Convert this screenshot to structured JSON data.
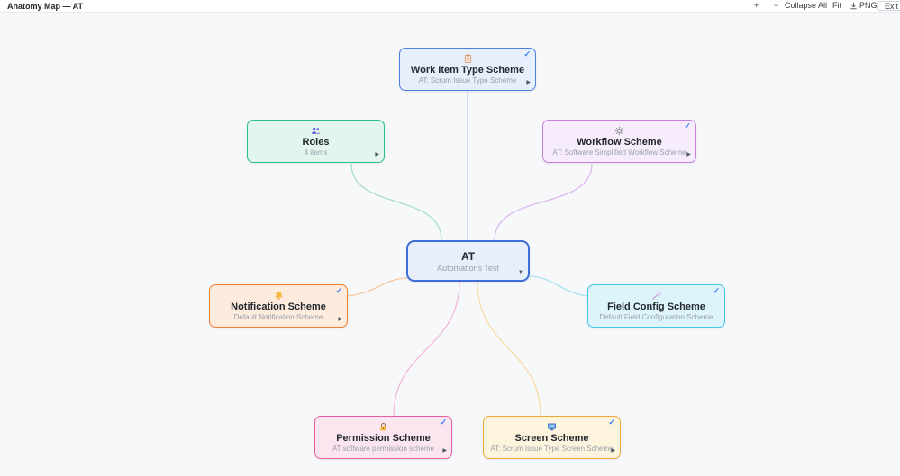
{
  "topbar": {
    "title": "Anatomy Map — AT",
    "zoom_in_label": "+",
    "zoom_out_label": "−",
    "collapse_all_label": "Collapse All",
    "fit_label": "Fit",
    "png_label": "PNG",
    "png_icon_name": "download-icon",
    "exit_fullscreen_label": "Exit F"
  },
  "colors": {
    "canvas_bg": "#f7f8fa",
    "topbar_bg": "#ffffff",
    "check": "#3b82f6",
    "node_title_text": "#23272e",
    "node_subtitle_text": "#9aa1ab"
  },
  "nodes": {
    "wits": {
      "icon_name": "clipboard-icon",
      "title": "Work Item Type Scheme",
      "subtitle": "AT: Scrum Issue Type Scheme",
      "check": "✓",
      "expander": "▶",
      "border": "#4a80e0",
      "bg": "#e7eefc",
      "edge": "#b9cdf2"
    },
    "roles": {
      "icon_name": "people-icon",
      "title": "Roles",
      "subtitle": "4 items",
      "expander": "▶",
      "border": "#2dbe8d",
      "bg": "#e3f6ee",
      "edge": "#a9dfc9"
    },
    "workflow": {
      "icon_name": "gear-icon",
      "title": "Workflow Scheme",
      "subtitle": "AT: Software Simplified Workflow Scheme",
      "check": "✓",
      "expander": "▶",
      "border": "#c77fdd",
      "bg": "#f6ecfb",
      "edge": "#dcb8ec"
    },
    "at": {
      "title": "AT",
      "subtitle": "Automations Test",
      "expander": "▼",
      "border": "#3e6ed8",
      "bg": "#e8eefa"
    },
    "notification": {
      "icon_name": "bell-icon",
      "title": "Notification Scheme",
      "subtitle": "Default Notification Scheme",
      "check": "✓",
      "expander": "▶",
      "border": "#ee812f",
      "bg": "#fdebdd",
      "edge": "#f6c9a0"
    },
    "field_config": {
      "icon_name": "wrench-icon",
      "title": "Field Config Scheme",
      "subtitle": "Default Field Configuration Scheme",
      "check": "✓",
      "border": "#45c6e6",
      "bg": "#def4fb",
      "edge": "#abe2f2"
    },
    "permission": {
      "icon_name": "lock-icon",
      "title": "Permission Scheme",
      "subtitle": "AT software permission scheme",
      "check": "✓",
      "expander": "▶",
      "border": "#e760a6",
      "bg": "#fbe5ef",
      "edge": "#f2b9d6"
    },
    "screen": {
      "icon_name": "monitor-icon",
      "title": "Screen Scheme",
      "subtitle": "AT: Scrum Issue Type Screen Scheme",
      "check": "✓",
      "expander": "▶",
      "border": "#efa83c",
      "bg": "#fdf4de",
      "edge": "#f6dca3"
    }
  }
}
